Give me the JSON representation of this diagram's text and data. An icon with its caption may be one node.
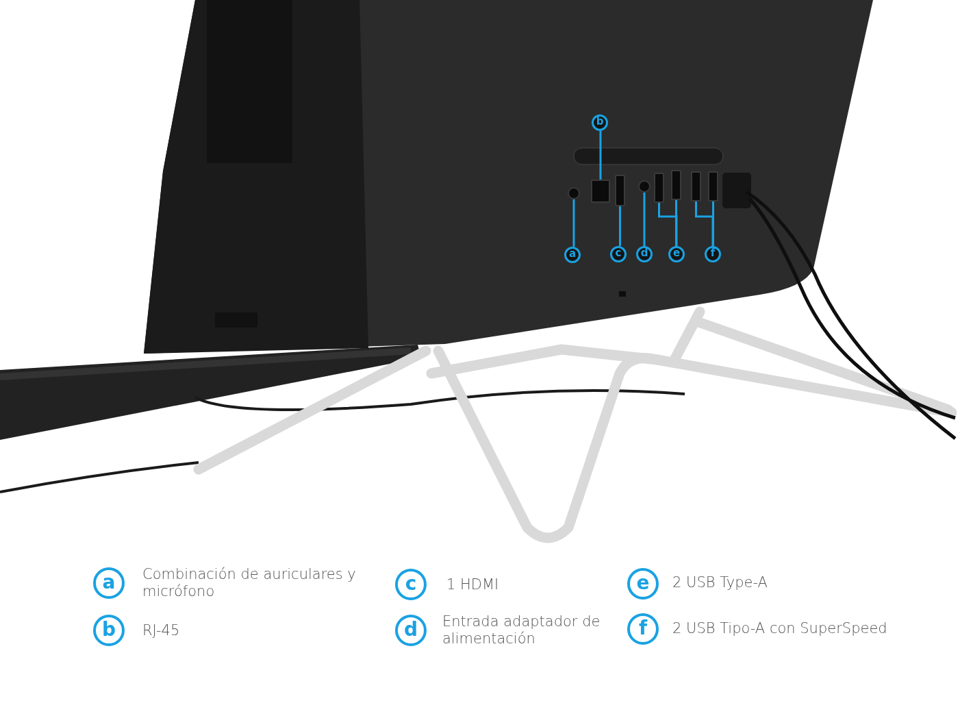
{
  "diagram": {
    "nodes": [
      {
        "text": [
          "b"
        ]
      },
      {
        "text": [],
        "shape": "circle"
      },
      {
        "text": [],
        "shape": "box"
      },
      {
        "text": [],
        "shape": "box"
      },
      {
        "text": [],
        "shape": "circle"
      },
      {
        "text": [],
        "shape": "box"
      },
      {
        "text": [],
        "shape": "box"
      },
      {
        "text": [],
        "shape": "box"
      },
      {
        "text": [],
        "shape": "box"
      },
      {
        "text": [
          "a"
        ]
      },
      {
        "text": [
          "c"
        ]
      },
      {
        "text": [
          "d"
        ]
      },
      {
        "text": [
          "e"
        ]
      },
      {
        "text": [
          "f"
        ]
      },
      {
        "text": [
          "a"
        ],
        "beside": [
          "Combinación de auriculares y micrófono"
        ]
      },
      {
        "text": [
          "b"
        ],
        "beside": [
          "RJ-45"
        ]
      },
      {
        "text": [
          "c"
        ],
        "beside": [
          "1 HDMI"
        ]
      },
      {
        "text": [
          "d"
        ],
        "beside": [
          "Entrada adaptador de alimentación"
        ]
      },
      {
        "text": [
          "e"
        ],
        "beside": [
          "2 USB Type-A"
        ]
      },
      {
        "text": [
          "f"
        ],
        "beside": [
          "2 USB Tipo-A con SuperSpeed"
        ]
      }
    ],
    "edges": [
      {
        "from": 0,
        "to": 2,
        "arrow": "none"
      },
      {
        "from": 9,
        "to": 1,
        "arrow": "none"
      },
      {
        "from": 10,
        "to": 3,
        "arrow": "none"
      },
      {
        "from": 11,
        "to": 4,
        "arrow": "none"
      },
      {
        "from": 12,
        "to": 5,
        "arrow": "none"
      },
      {
        "from": 12,
        "to": 6,
        "arrow": "none"
      },
      {
        "from": 13,
        "to": 7,
        "arrow": "none"
      },
      {
        "from": 13,
        "to": 8,
        "arrow": "none"
      }
    ]
  }
}
